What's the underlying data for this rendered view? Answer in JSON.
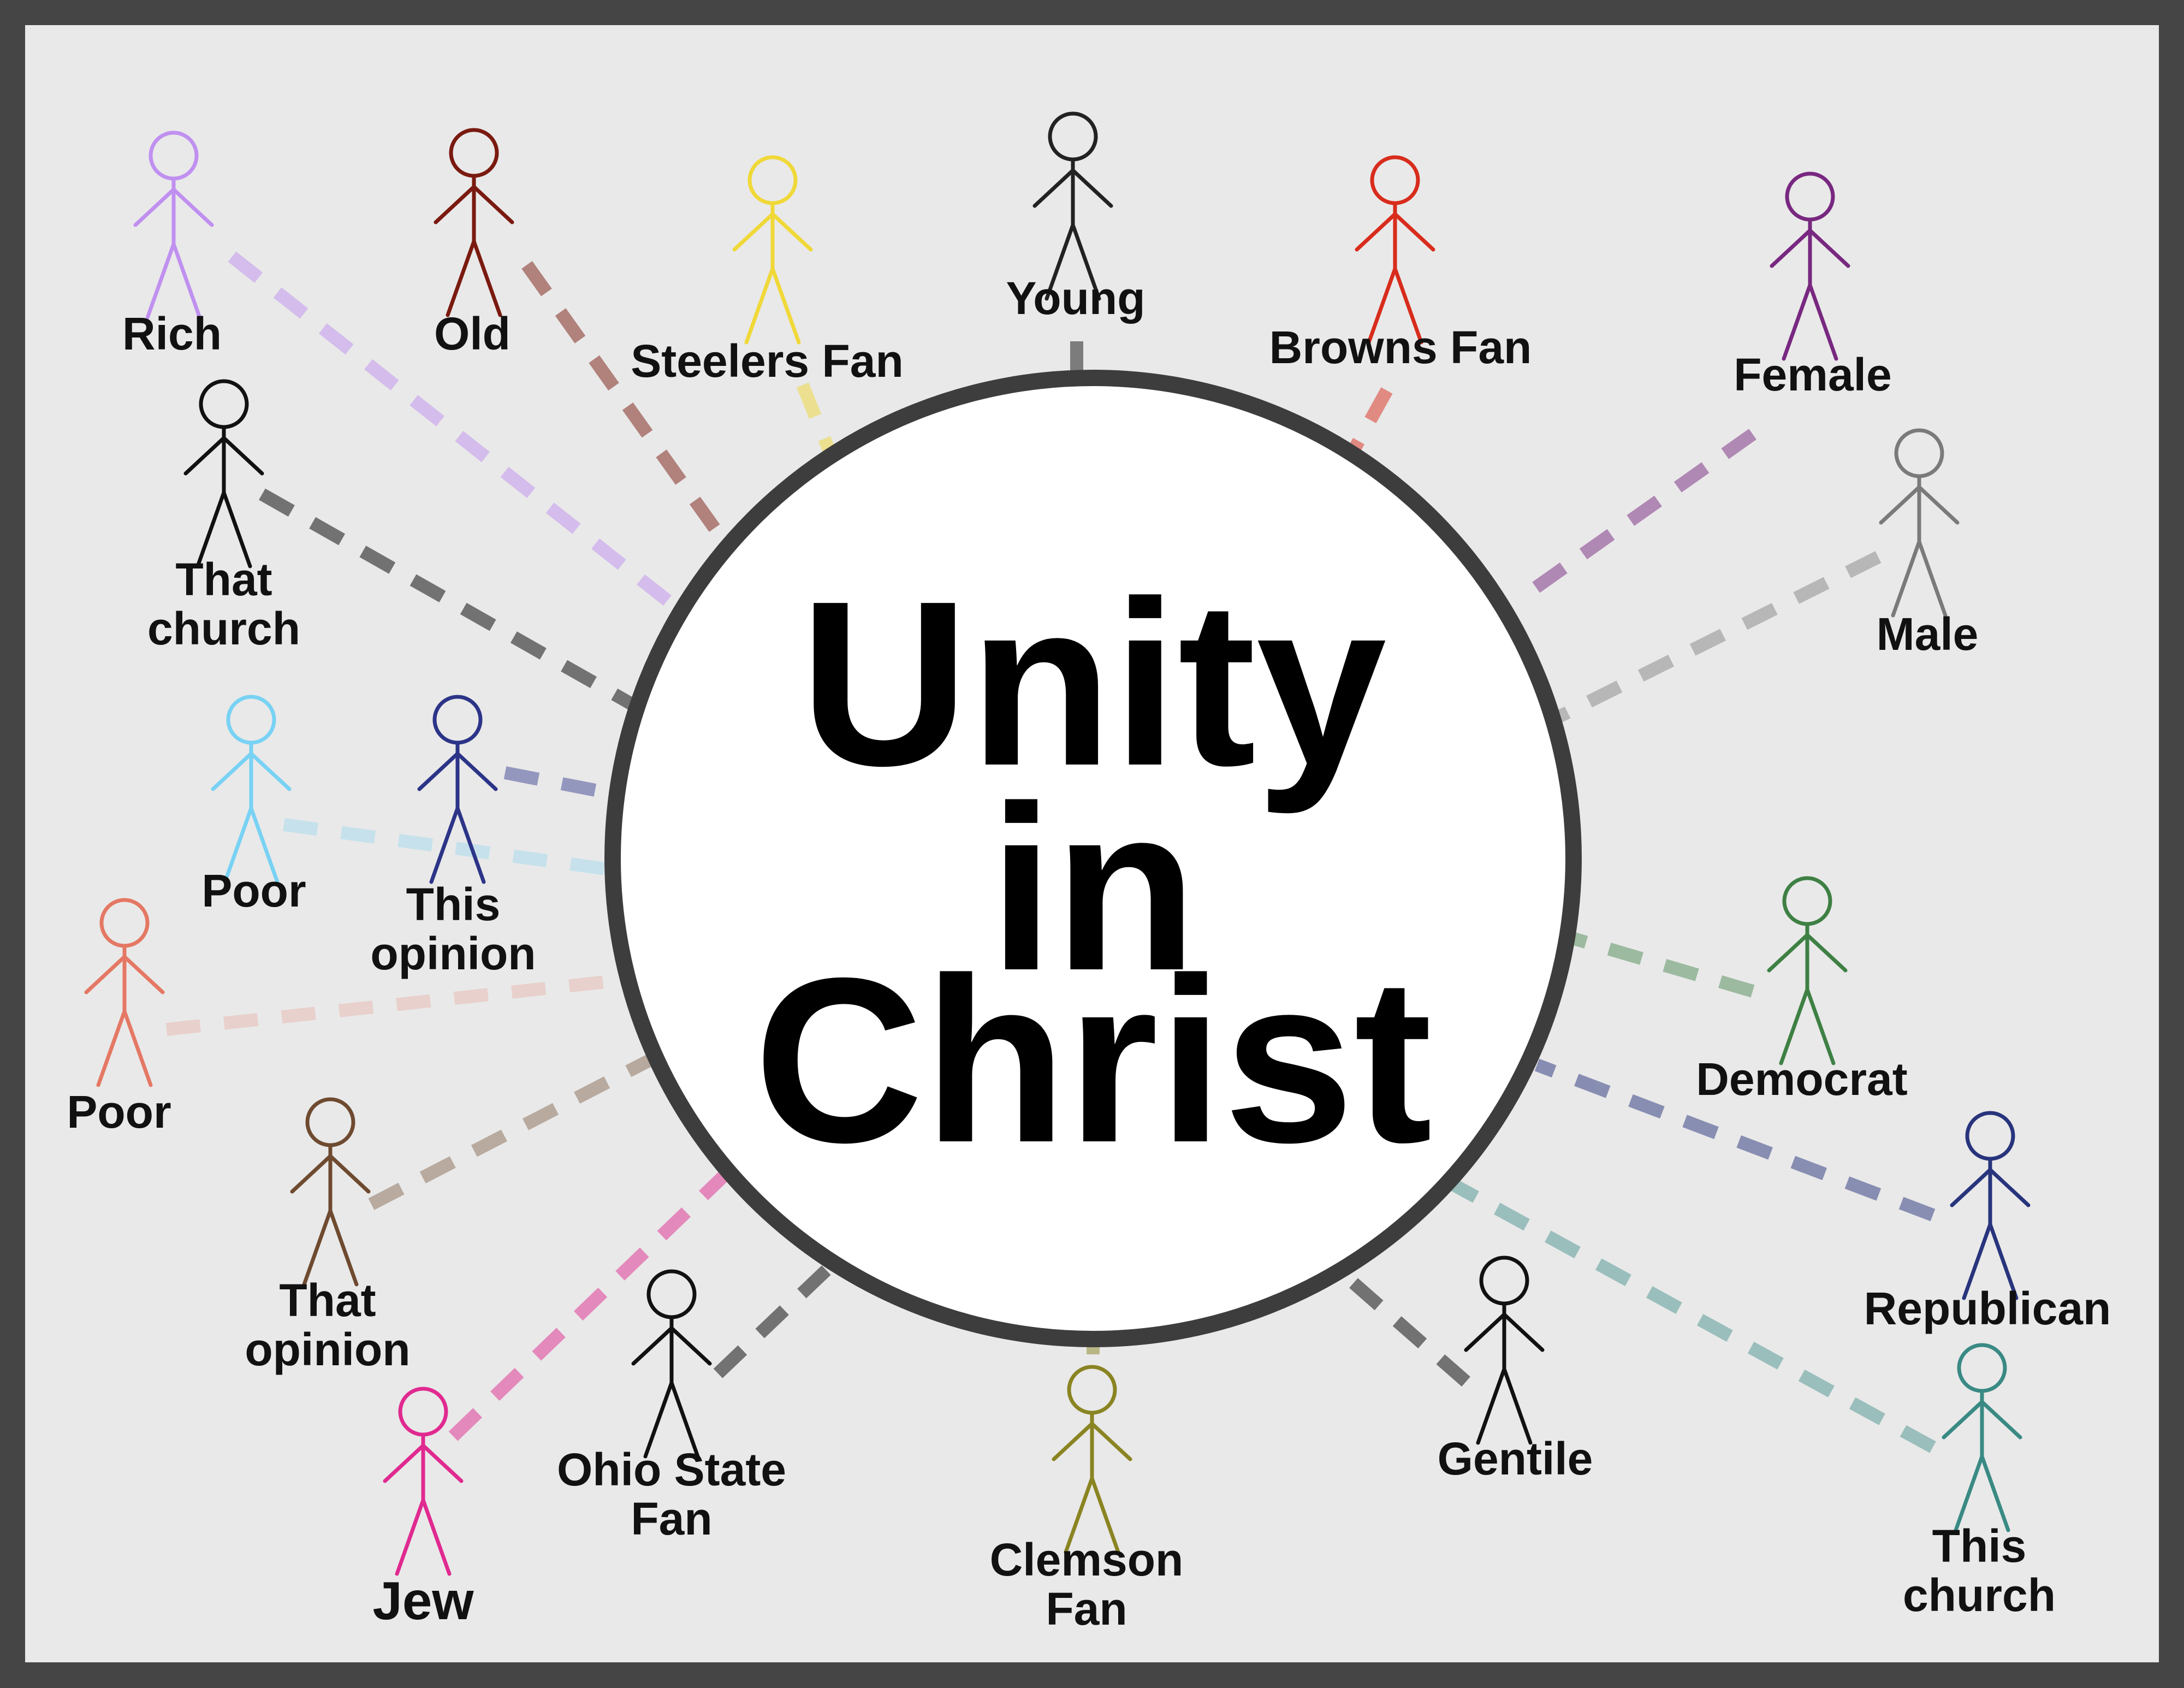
{
  "hub": {
    "lines": [
      "Unity",
      "in",
      "Christ"
    ]
  },
  "people": [
    {
      "key": "rich",
      "label": [
        "Rich"
      ],
      "color": "#c090f0",
      "arrow_alpha": 0.5
    },
    {
      "key": "old",
      "label": [
        "Old"
      ],
      "color": "#7a1a10",
      "arrow_alpha": 0.5
    },
    {
      "key": "steelers",
      "label": [
        "Steelers Fan"
      ],
      "color": "#f0d838",
      "arrow_alpha": 0.5
    },
    {
      "key": "young",
      "label": [
        "Young"
      ],
      "color": "#222222",
      "arrow_alpha": 0.55
    },
    {
      "key": "browns",
      "label": [
        "Browns Fan"
      ],
      "color": "#d82c1c",
      "arrow_alpha": 0.5
    },
    {
      "key": "female",
      "label": [
        "Female"
      ],
      "color": "#782880",
      "arrow_alpha": 0.5
    },
    {
      "key": "that-church",
      "label": [
        "That",
        "church"
      ],
      "color": "#111111",
      "arrow_alpha": 0.55
    },
    {
      "key": "male",
      "label": [
        "Male"
      ],
      "color": "#7a7a7a",
      "arrow_alpha": 0.45
    },
    {
      "key": "poor-top",
      "label": [
        "Poor"
      ],
      "color": "#78d2f4",
      "arrow_alpha": 0.3
    },
    {
      "key": "this-opinion",
      "label": [
        "This",
        "opinion"
      ],
      "color": "#2c3488",
      "arrow_alpha": 0.45
    },
    {
      "key": "poor-bottom",
      "label": [
        "Poor"
      ],
      "color": "#e47864",
      "arrow_alpha": 0.22
    },
    {
      "key": "democrat",
      "label": [
        "Democrat"
      ],
      "color": "#3e8044",
      "arrow_alpha": 0.45
    },
    {
      "key": "that-opinion",
      "label": [
        "That",
        "opinion"
      ],
      "color": "#6e4a30",
      "arrow_alpha": 0.4
    },
    {
      "key": "republican",
      "label": [
        "Republican"
      ],
      "color": "#28347c",
      "arrow_alpha": 0.5
    },
    {
      "key": "jew",
      "label": [
        "Jew"
      ],
      "color": "#e02a90",
      "arrow_alpha": 0.5
    },
    {
      "key": "ohio",
      "label": [
        "Ohio State",
        "Fan"
      ],
      "color": "#111111",
      "arrow_alpha": 0.55
    },
    {
      "key": "clemson",
      "label": [
        "Clemson",
        "Fan"
      ],
      "color": "#8a8422",
      "arrow_alpha": 0.5
    },
    {
      "key": "gentile",
      "label": [
        "Gentile"
      ],
      "color": "#111111",
      "arrow_alpha": 0.55
    },
    {
      "key": "this-church",
      "label": [
        "This",
        "church"
      ],
      "color": "#3a8a84",
      "arrow_alpha": 0.45
    }
  ]
}
